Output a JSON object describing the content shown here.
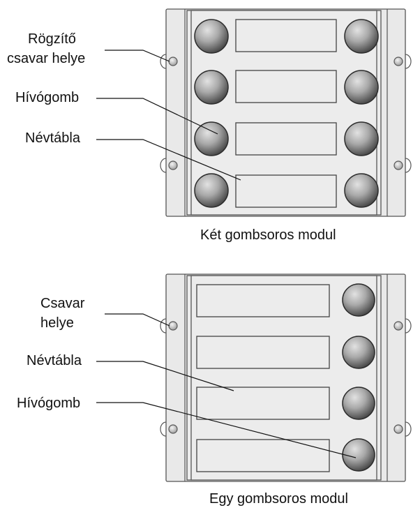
{
  "colors": {
    "module_fill": "#e9e9e9",
    "outline": "#555555",
    "button_dark": "#3a3a3a",
    "button_light": "#d9d9d9",
    "text": "#111111"
  },
  "top_module": {
    "caption": "Két gombsoros modul",
    "labels": {
      "screw_line1": "Rögzítő",
      "screw_line2": "csavar helye",
      "call_button": "Hívógomb",
      "name_plate": "Névtábla"
    },
    "rows": 4,
    "buttons_per_row": 2
  },
  "bottom_module": {
    "caption": "Egy gombsoros modul",
    "labels": {
      "screw_line1": "Csavar",
      "screw_line2": "helye",
      "name_plate": "Névtábla",
      "call_button": "Hívógomb"
    },
    "rows": 4,
    "buttons_per_row": 1
  }
}
